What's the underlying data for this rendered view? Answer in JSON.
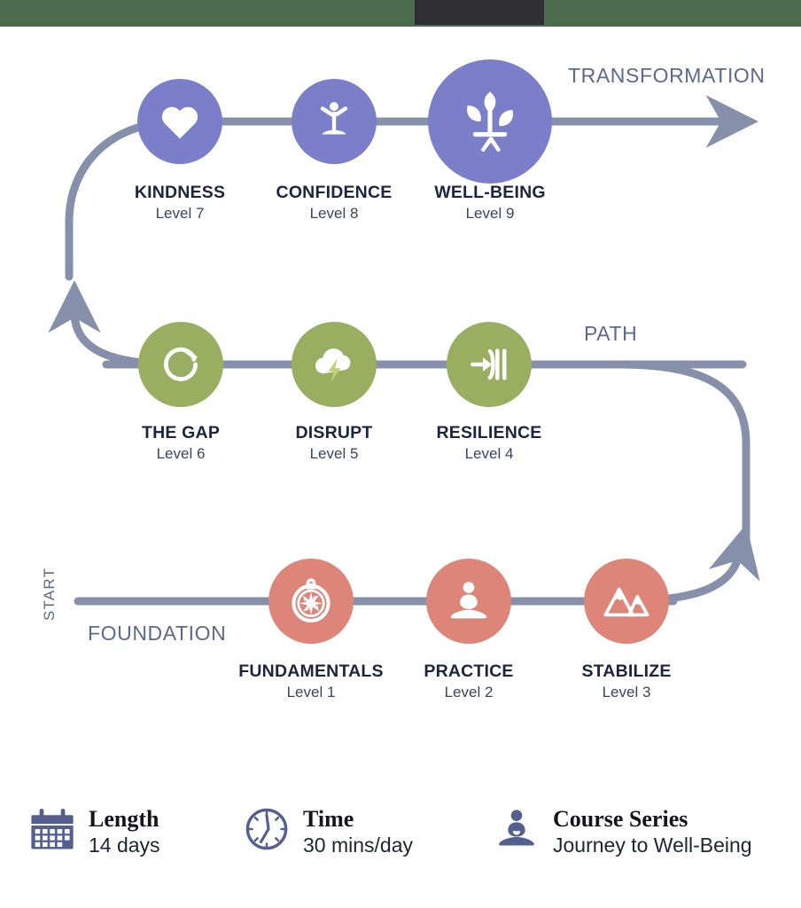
{
  "colors": {
    "purple": "#7b7ec8",
    "green": "#9aae62",
    "green_accent": "#bcd17a",
    "salmon": "#dd8578",
    "connector": "#8790ab",
    "label_dark": "#1d2440",
    "label_sub": "#3a4460",
    "phase_text": "#5d688c",
    "top_band": "#4a6b4c",
    "meta_icon": "#53608f"
  },
  "phases": {
    "transformation": "TRANSFORMATION",
    "path": "PATH",
    "foundation": "FOUNDATION",
    "start": "START"
  },
  "rows": [
    {
      "id": "transformation-row",
      "color_key": "purple",
      "nodes": [
        {
          "title": "KINDNESS",
          "level": "Level 7",
          "icon": "heart-icon"
        },
        {
          "title": "CONFIDENCE",
          "level": "Level 8",
          "icon": "person-arms-raised-icon"
        },
        {
          "title": "WELL-BEING",
          "level": "Level 9",
          "icon": "plant-sprout-icon"
        }
      ]
    },
    {
      "id": "path-row",
      "color_key": "green",
      "nodes": [
        {
          "title": "THE GAP",
          "level": "Level 6",
          "icon": "circular-arrow-icon"
        },
        {
          "title": "DISRUPT",
          "level": "Level 5",
          "icon": "storm-cloud-lightning-icon"
        },
        {
          "title": "RESILIENCE",
          "level": "Level 4",
          "icon": "arrow-through-barriers-icon"
        }
      ]
    },
    {
      "id": "foundation-row",
      "color_key": "salmon",
      "nodes": [
        {
          "title": "FUNDAMENTALS",
          "level": "Level 1",
          "icon": "compass-icon"
        },
        {
          "title": "PRACTICE",
          "level": "Level 2",
          "icon": "meditating-person-icon"
        },
        {
          "title": "STABILIZE",
          "level": "Level 3",
          "icon": "mountains-icon"
        }
      ]
    }
  ],
  "footer": [
    {
      "icon": "calendar-icon",
      "heading": "Length",
      "value": "14 days"
    },
    {
      "icon": "clock-icon",
      "heading": "Time",
      "value": "30 mins/day"
    },
    {
      "icon": "meditating-person-icon",
      "heading": "Course Series",
      "value": "Journey to Well-Being"
    }
  ]
}
